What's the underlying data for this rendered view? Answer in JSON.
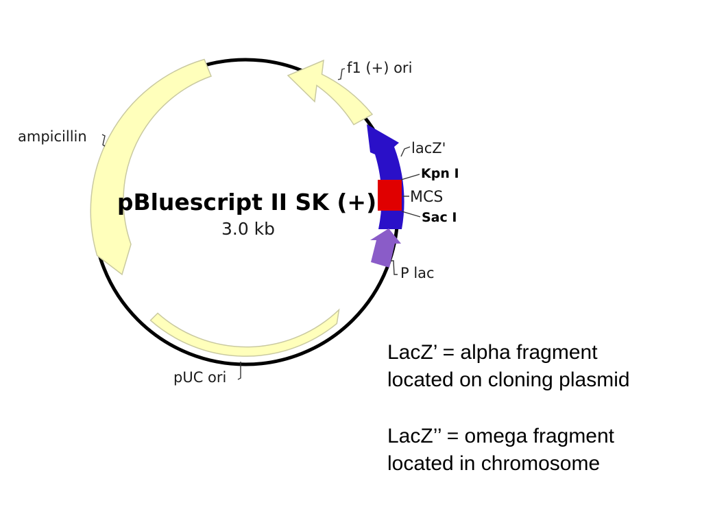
{
  "plasmid": {
    "name": "pBluescript II SK (+)",
    "size": "3.0 kb",
    "features": {
      "ampicillin": "ampicillin",
      "f1_ori": "f1 (+) ori",
      "lacZ": "lacZ'",
      "kpn": "Kpn I",
      "mcs": "MCS",
      "sac": "Sac I",
      "plac": "P lac",
      "puc_ori": "pUC ori"
    },
    "colors": {
      "backbone": "#000000",
      "feature_fill": "#FFFFBB",
      "feature_stroke": "#C9C9A0",
      "lacz": "#2A10C8",
      "mcs": "#E00000",
      "plac": "#8A5CC8"
    }
  },
  "notes": {
    "alpha_line1": "LacZ’ = alpha fragment",
    "alpha_line2": "located on cloning plasmid",
    "omega_line1": "LacZ’’ = omega fragment",
    "omega_line2": "located in chromosome"
  }
}
